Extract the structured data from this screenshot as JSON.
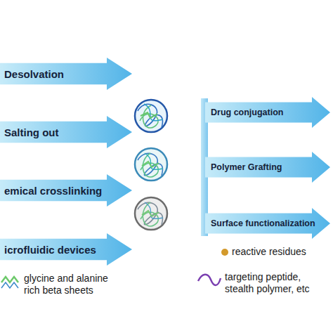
{
  "diagram": {
    "nodes": [
      {
        "text": [
          "Desolvation"
        ]
      },
      {
        "text": [
          "Salting out"
        ]
      },
      {
        "text": [
          "emical crosslinking"
        ]
      },
      {
        "text": [
          "icrofluidic devices"
        ]
      },
      {
        "text": [
          "Drug conjugation"
        ]
      },
      {
        "text": [
          "Polymer Grafting"
        ]
      },
      {
        "text": [
          "Surface functionalization"
        ]
      }
    ],
    "legend": [
      {
        "text": "reactive residues",
        "color": "#d39a2c"
      },
      {
        "text": "glycine and alanine rich beta sheets"
      },
      {
        "text": "targeting peptide, stealth polymer, etc"
      }
    ]
  }
}
